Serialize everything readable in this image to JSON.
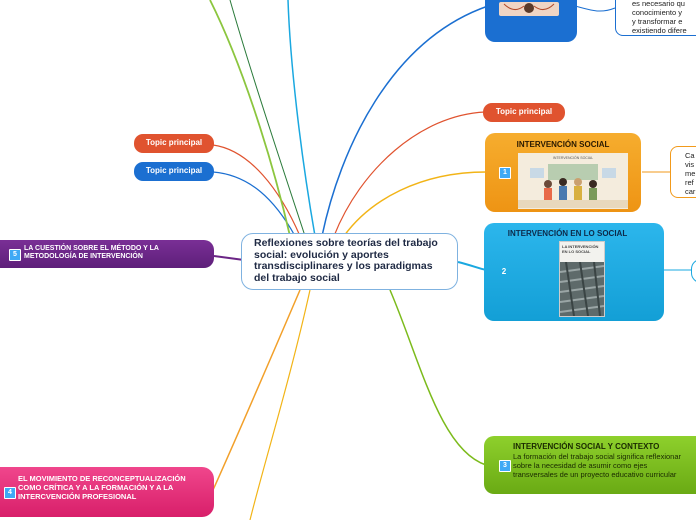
{
  "central": {
    "title": "Reflexiones sobre teorías del trabajo social: evolución y aportes transdisciplinares y los paradigmas del trabajo social"
  },
  "topics": {
    "topic_right": "Topic principal",
    "topic_left_1": "Topic principal",
    "topic_left_2": "Topic principal"
  },
  "nodes": {
    "n1": {
      "number": "1",
      "title": "INTERVENCIÓN SOCIAL",
      "image_caption": "INTERVENCIÓN SOCIAL"
    },
    "n2": {
      "number": "2",
      "title": "INTERVENCIÓN EN LO SOCIAL",
      "book_title": "LA INTERVENCIÓN EN LO SOCIAL"
    },
    "n3": {
      "number": "3",
      "title": "INTERVENCIÓN SOCIAL Y CONTEXTO",
      "text": "La formación del trabajo social  significa reflexionar sobre la necesidad de asumir como ejes transversales de un proyecto educativo curricular"
    },
    "n4": {
      "number": "4",
      "title": "EL  MOVIMIENTO DE RECONCEPTUALIZACIÓN  COMO CRÍTICA Y A LA FORMACIÓN Y A LA INTERCVENCIÓN PROFESIONAL"
    },
    "n5": {
      "number": "5",
      "title": "LA CUESTIÓN SOBRE EL MÉTODO Y LA METODOLOGÍA DE INTERVENCIÓN"
    }
  },
  "notes": {
    "top_right": [
      "es necesario qu",
      "conocimiento y",
      "y transformar e",
      "existiendo difere"
    ],
    "mid_right": [
      "Ca",
      "vis",
      "me",
      "ref",
      "car"
    ]
  },
  "colors": {
    "blue": "#1b6fd1",
    "orange": "#f29a1b",
    "teal": "#1aa8e0",
    "green": "#7cbb1c",
    "magenta": "#e6287a",
    "purple": "#6b2586",
    "red_pill": "#e0532f",
    "yellow_line": "#f2b417",
    "line_green": "#8cc63f"
  }
}
